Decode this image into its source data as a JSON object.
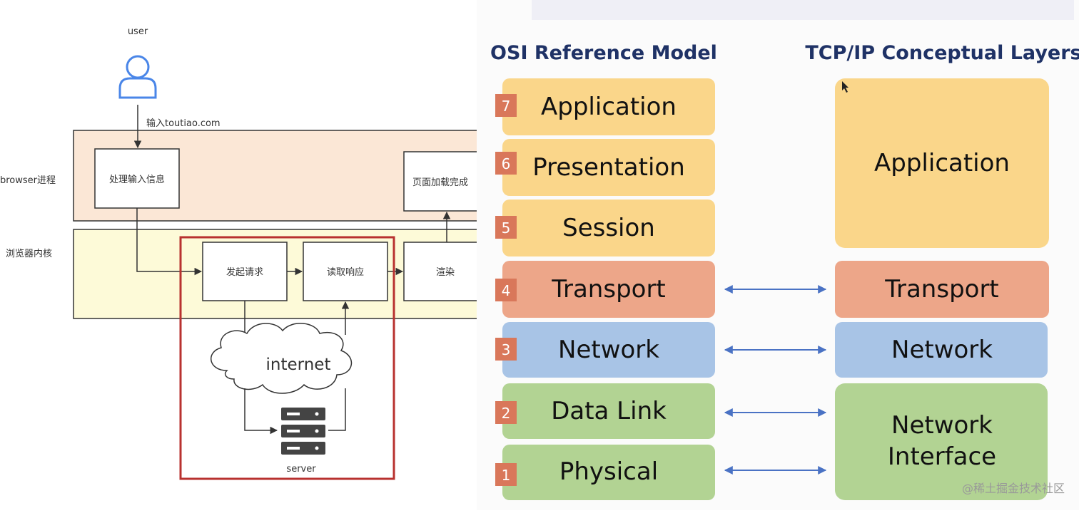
{
  "left_diagram": {
    "user_label": "user",
    "input_label": "输入toutiao.com",
    "browser_process_label": "browser进程",
    "kernel_label": "浏览器内核",
    "handle_input": "处理输入信息",
    "page_loaded": "页面加载完成",
    "send_request": "发起请求",
    "read_response": "读取响应",
    "render": "渲染",
    "internet": "internet",
    "server": "server"
  },
  "right_diagram": {
    "osi_title": "OSI Reference Model",
    "tcpip_title": "TCP/IP Conceptual Layers",
    "osi_layers": [
      {
        "num": "7",
        "name": "Application",
        "color": "#fad68a"
      },
      {
        "num": "6",
        "name": "Presentation",
        "color": "#fad68a"
      },
      {
        "num": "5",
        "name": "Session",
        "color": "#fad68a"
      },
      {
        "num": "4",
        "name": "Transport",
        "color": "#eda689"
      },
      {
        "num": "3",
        "name": "Network",
        "color": "#a8c4e6"
      },
      {
        "num": "2",
        "name": "Data Link",
        "color": "#b2d393"
      },
      {
        "num": "1",
        "name": "Physical",
        "color": "#b2d393"
      }
    ],
    "tcpip_layers": [
      {
        "name": "Application",
        "color": "#fad68a"
      },
      {
        "name": "Transport",
        "color": "#eda689"
      },
      {
        "name": "Network",
        "color": "#a8c4e6"
      },
      {
        "name_line1": "Network",
        "name_line2": "Interface",
        "color": "#b2d393"
      }
    ],
    "badge_color": "#d9775a",
    "arrow_color": "#4a72c4",
    "title_color": "#1f3266"
  },
  "watermark": "@稀土掘金技术社区"
}
